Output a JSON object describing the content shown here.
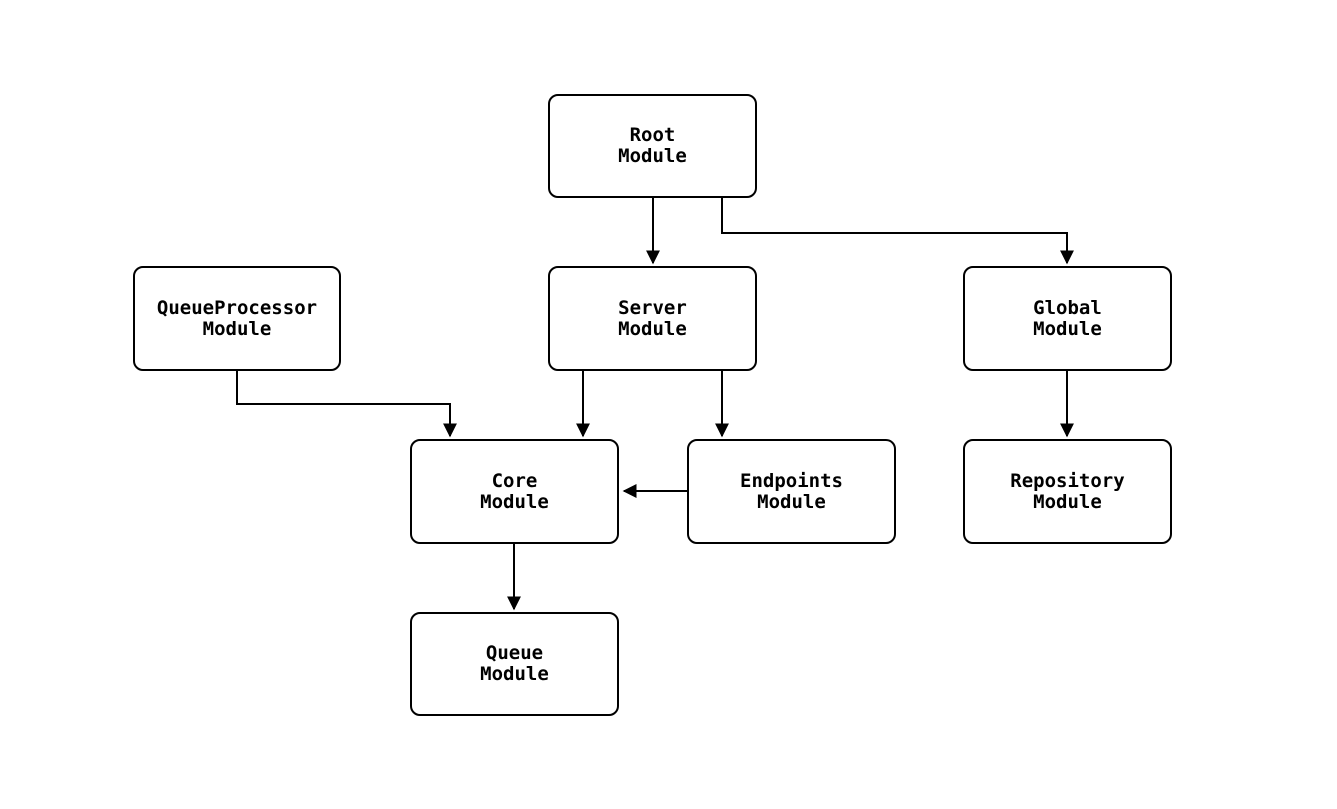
{
  "diagram": {
    "type": "flowchart",
    "direction": "top-down",
    "nodes": [
      {
        "id": "root-module",
        "label": "Root\nModule"
      },
      {
        "id": "queueprocessor-module",
        "label": "QueueProcessor\nModule"
      },
      {
        "id": "server-module",
        "label": "Server\nModule"
      },
      {
        "id": "global-module",
        "label": "Global\nModule"
      },
      {
        "id": "core-module",
        "label": "Core\nModule"
      },
      {
        "id": "endpoints-module",
        "label": "Endpoints\nModule"
      },
      {
        "id": "repository-module",
        "label": "Repository\nModule"
      },
      {
        "id": "queue-module",
        "label": "Queue\nModule"
      }
    ],
    "edges": [
      {
        "from": "root-module",
        "to": "server-module"
      },
      {
        "from": "root-module",
        "to": "global-module"
      },
      {
        "from": "queueprocessor-module",
        "to": "core-module"
      },
      {
        "from": "server-module",
        "to": "core-module"
      },
      {
        "from": "server-module",
        "to": "endpoints-module"
      },
      {
        "from": "endpoints-module",
        "to": "core-module"
      },
      {
        "from": "global-module",
        "to": "repository-module"
      },
      {
        "from": "core-module",
        "to": "queue-module"
      }
    ],
    "colors": {
      "background": "#ffffff",
      "node_fill": "#ffffff",
      "node_border": "#000000",
      "text": "#000000",
      "edge": "#000000"
    }
  }
}
